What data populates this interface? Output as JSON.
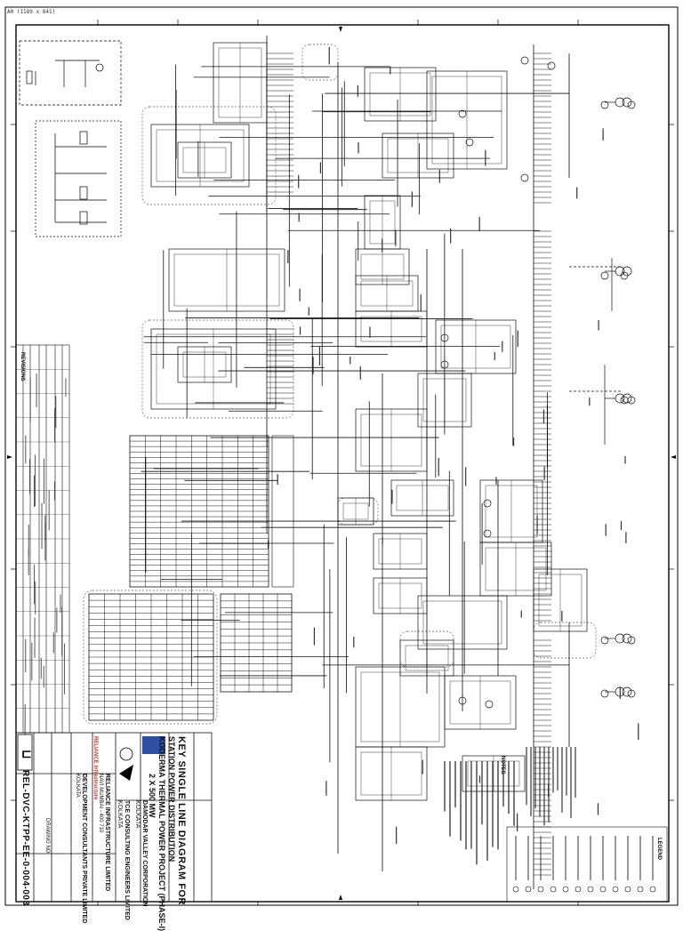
{
  "sheet": {
    "size_label": "A0 (1189 x 841)",
    "border_color": "#000000",
    "line_color": "#111111"
  },
  "title_block": {
    "title_lines": [
      "KEY SINGLE LINE DIAGRAM FOR",
      "STATION POWER DISTRIBUTION",
      "KODERMA THERMAL POWER PROJECT (PHASE-I)",
      "2 X 500 MW"
    ],
    "owner_name": "DAMODAR VALLEY CORPORATION",
    "owner_city": "KOLKATA",
    "consultant_name": "TCE CONSULTING ENGINEERS LIMITED",
    "consultant_city": "KOLKATA",
    "contractor_name": "RELIANCE INFRASTRUCTURE LIMITED",
    "contractor_sub": "NAVI MUMBAI - 400 710",
    "developer_name": "DEVELOPMENT CONSULTANTS PRIVATE LIMITED",
    "developer_city": "KOLKATA",
    "logo_text": "RELIANCE Infrastructure",
    "drawing_no": "REL-DVC-KTPP-EE-0-004-003",
    "drawing_no_label": "DRAWING NO."
  },
  "notes_block": {
    "heading": "NOTES",
    "line_count": 14
  },
  "legend_block": {
    "heading": "LEGEND",
    "items": 12
  },
  "revision_block": {
    "heading": "REVISIONS",
    "rows": 16
  },
  "tables": {
    "table_a_rows": 28,
    "table_a_cols": 9,
    "table_b_rows": 20,
    "table_b_cols": 8,
    "table_c_rows": 14,
    "table_c_cols": 5
  }
}
